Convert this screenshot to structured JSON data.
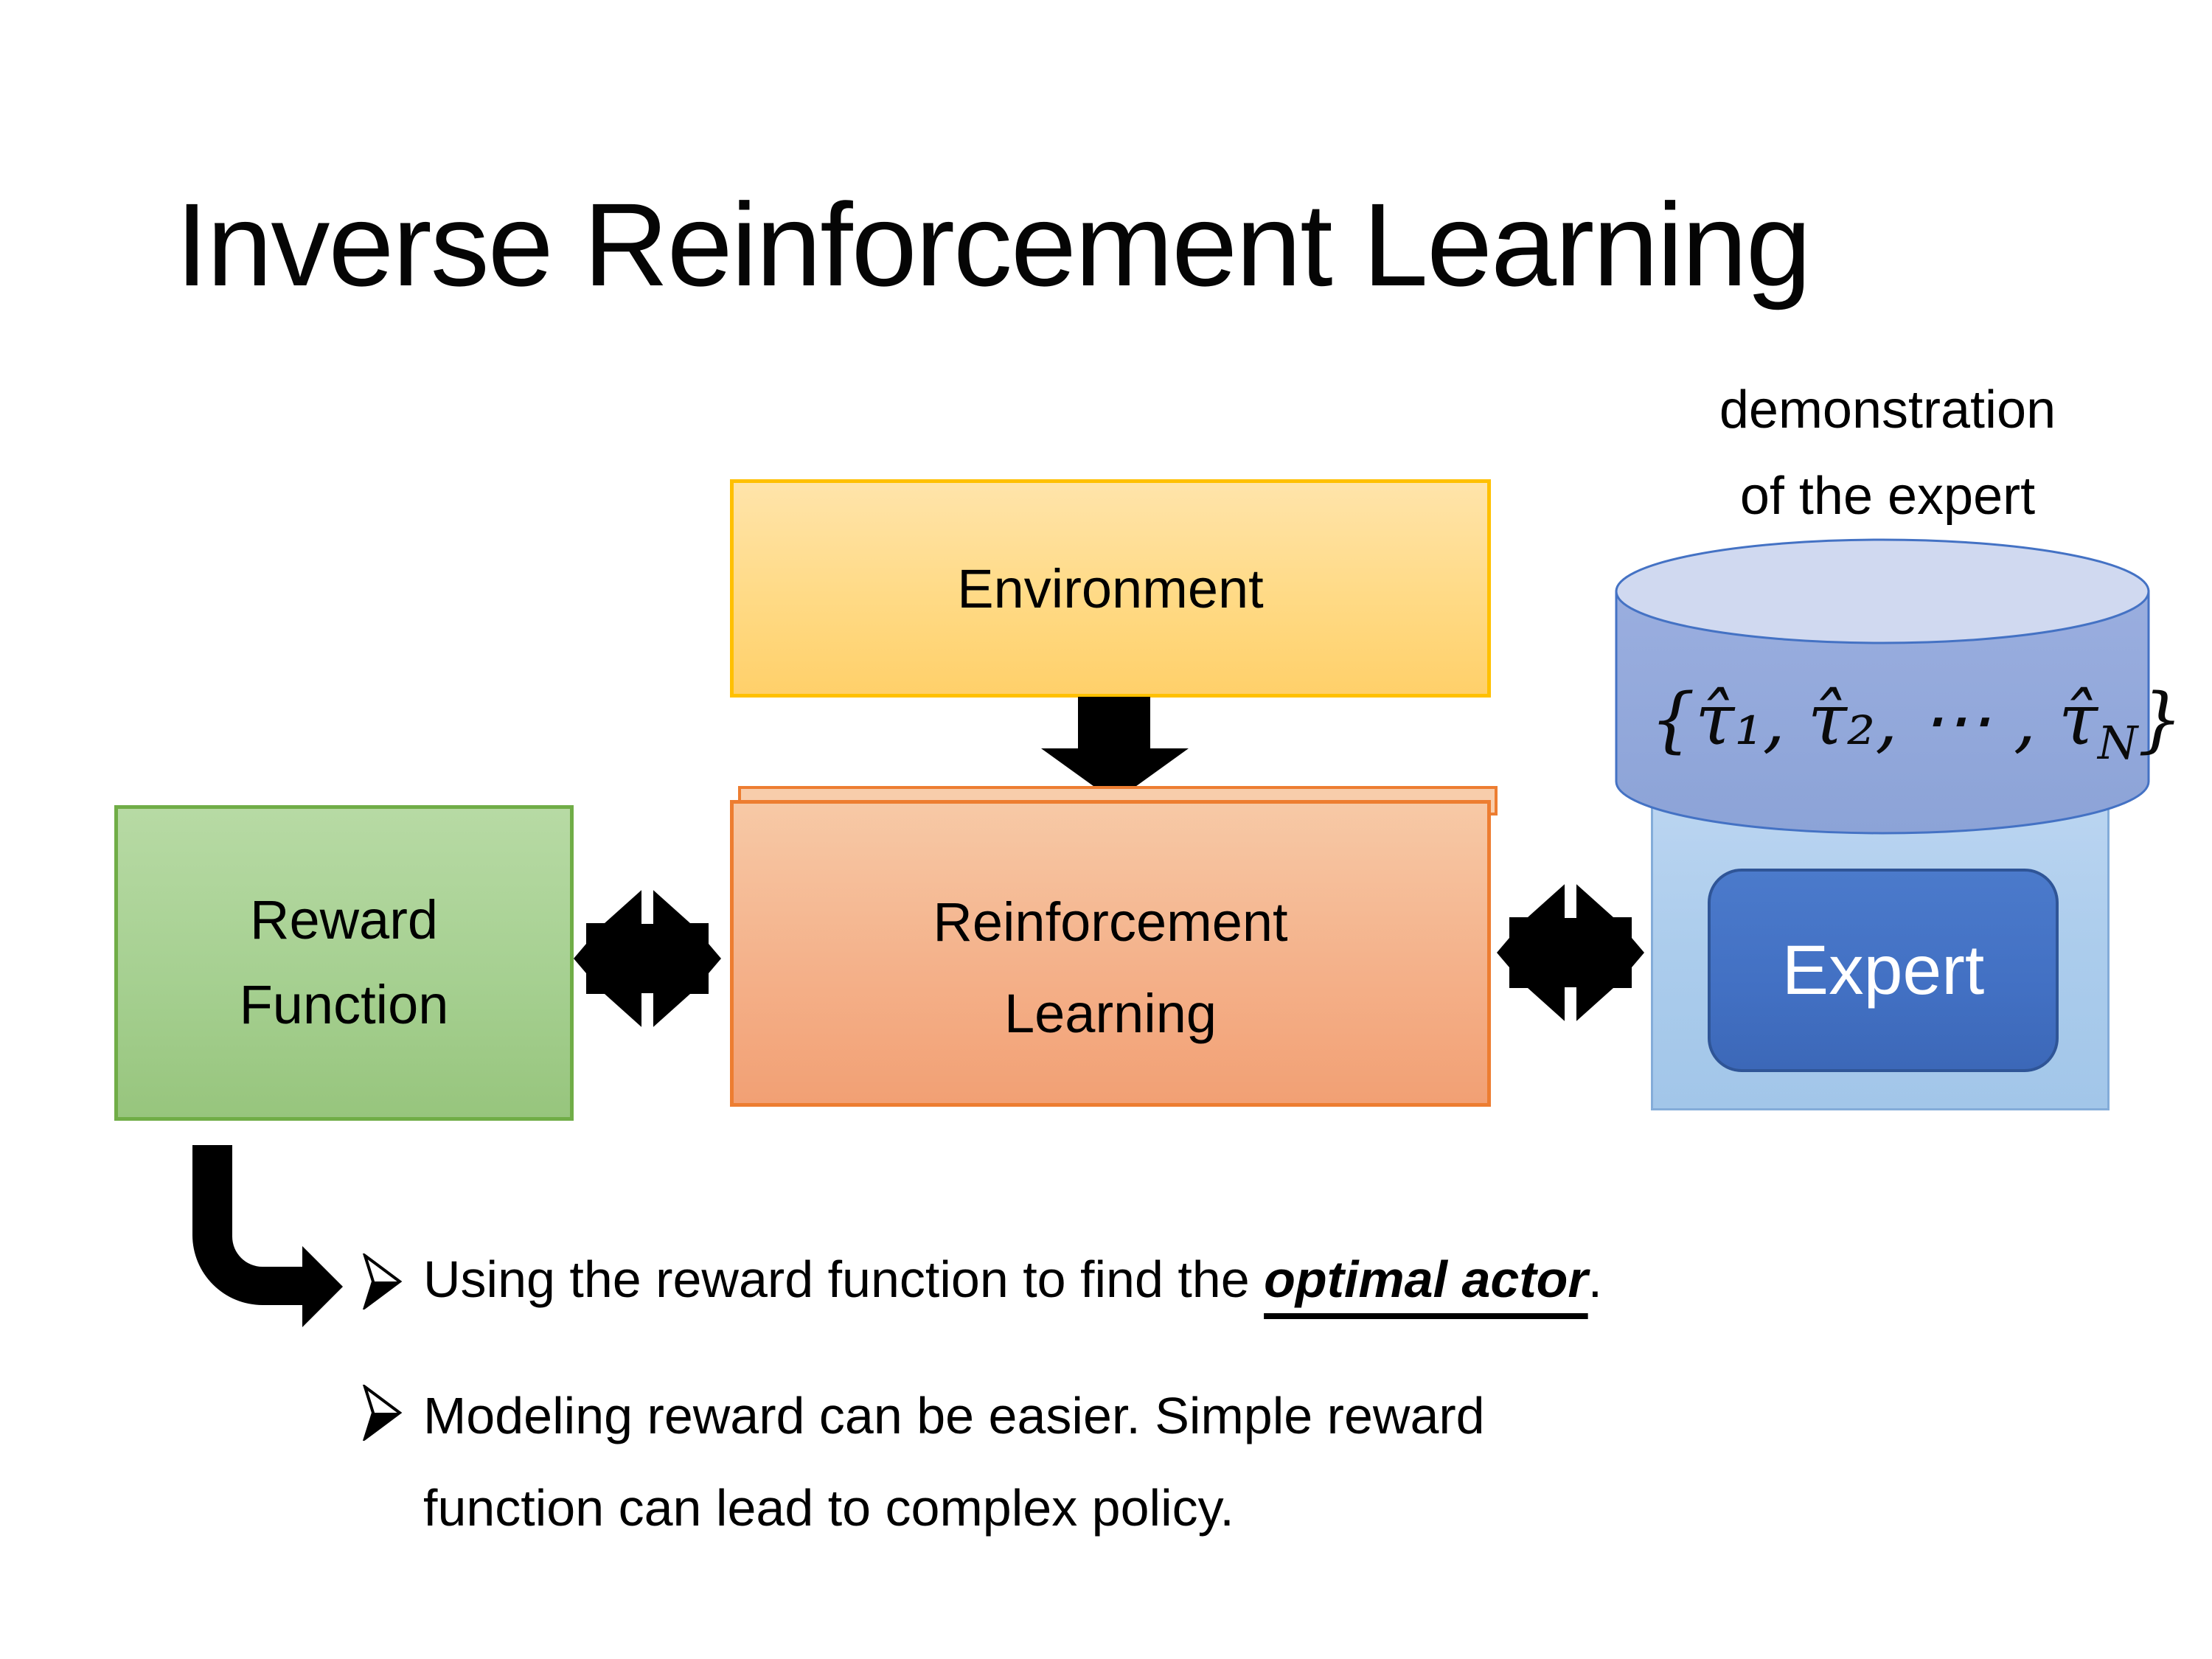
{
  "title": "Inverse Reinforcement Learning",
  "demo_label": {
    "line1": "demonstration",
    "line2": "of the expert"
  },
  "boxes": {
    "environment": {
      "label": "Environment"
    },
    "reward": {
      "line1": "Reward",
      "line2": "Function"
    },
    "rl": {
      "line1": "Reinforcement",
      "line2": "Learning"
    },
    "expert": {
      "label": "Expert"
    }
  },
  "database": {
    "math_prefix": "{τ̂₁, τ̂₂, ⋯ , τ̂",
    "math_sub": "N",
    "math_suffix": "}"
  },
  "bullets": [
    {
      "pre": "Using the reward function to find the ",
      "em": "optimal actor",
      "post": "."
    },
    {
      "line1": "Modeling reward can be easier. Simple reward",
      "line2": "function can lead to complex policy."
    }
  ],
  "colors": {
    "environment_fill": "#FFD985",
    "environment_border": "#FFC000",
    "rl_fill": "#F4B183",
    "rl_border": "#ED7D31",
    "reward_fill": "#A9D18E",
    "reward_border": "#70AD47",
    "cylinder_body": "#8FA8DA",
    "cylinder_top": "#D0D9F0",
    "cylinder_border": "#4472C4",
    "expert_bg_rect": "#ABCCEC",
    "expert_fill": "#4472C4",
    "expert_border": "#2F5597",
    "arrow_color": "#000000",
    "text_color": "#000000"
  }
}
